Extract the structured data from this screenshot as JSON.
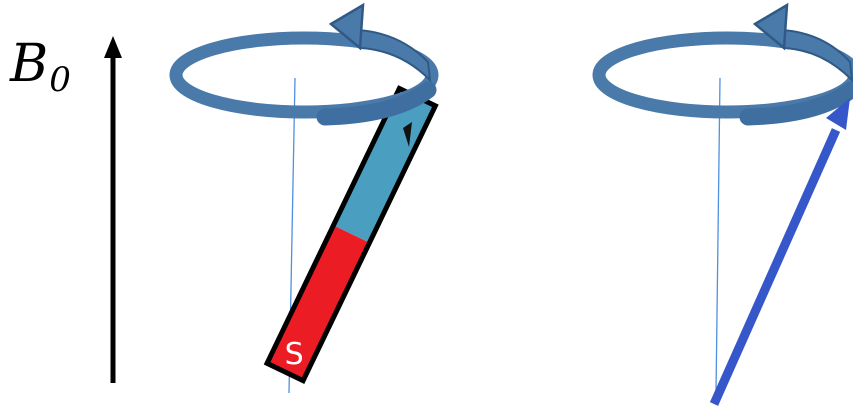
{
  "field_label": {
    "symbol": "B",
    "subscript": "0"
  },
  "magnet": {
    "south_label": "S"
  },
  "colors": {
    "field_arrow": "#000000",
    "precession_ring": "#4a7aaa",
    "ring_outline": "#305a85",
    "magnet_north": "#4a9fc1",
    "magnet_south": "#ec1c24",
    "magnet_outline": "#000000",
    "moment_vector": "#3557c9",
    "axis_line": "#4f90e0"
  },
  "icons": [
    "field-arrow",
    "precession-arrow",
    "bar-magnet",
    "magnetic-moment-arrow"
  ]
}
